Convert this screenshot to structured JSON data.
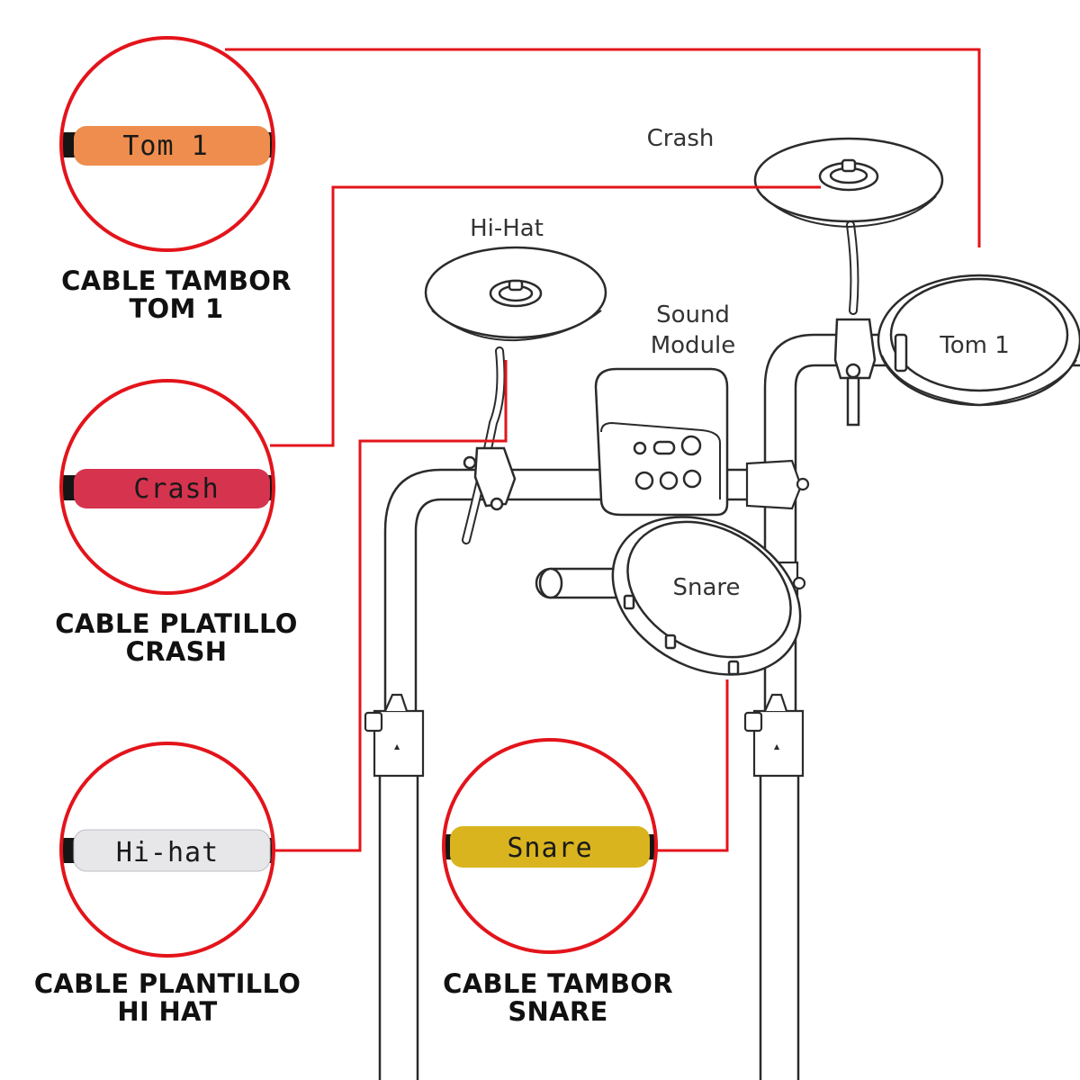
{
  "drum_labels": {
    "crash": "Crash",
    "hihat": "Hi-Hat",
    "module_line1": "Sound",
    "module_line2": "Module",
    "tom1": "Tom 1",
    "snare": "Snare"
  },
  "callouts": [
    {
      "id": "tom1",
      "sleeve_text": "Tom 1",
      "sleeve_color": "#ee8d4d",
      "caption_line1": "CABLE TAMBOR",
      "caption_line2": "TOM 1"
    },
    {
      "id": "crash",
      "sleeve_text": "Crash",
      "sleeve_color": "#d6334f",
      "caption_line1": "CABLE PLATILLO",
      "caption_line2": "CRASH"
    },
    {
      "id": "hihat",
      "sleeve_text": "Hi-hat",
      "sleeve_color": "#e7e7ea",
      "caption_line1": "CABLE PLANTILLO",
      "caption_line2": "HI HAT"
    },
    {
      "id": "snare",
      "sleeve_text": "Snare",
      "sleeve_color": "#d9b41e",
      "caption_line1": "CABLE TAMBOR",
      "caption_line2": "SNARE"
    }
  ],
  "colors": {
    "connector_red": "#e3141b",
    "outline": "#2b2b2b",
    "cable": "#151515"
  }
}
